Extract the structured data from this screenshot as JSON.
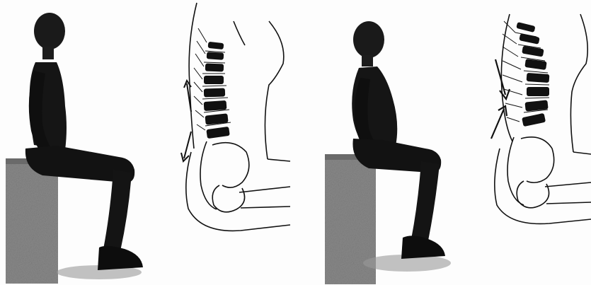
{
  "figure": {
    "panels": [
      {
        "id": "upright-figure",
        "kind": "seated-mannequin",
        "posture": "upright"
      },
      {
        "id": "upright-spine",
        "kind": "spine-diagram",
        "posture": "upright",
        "arrows": "double-headed"
      },
      {
        "id": "slumped-figure",
        "kind": "seated-mannequin",
        "posture": "slumped"
      },
      {
        "id": "slumped-spine",
        "kind": "spine-diagram",
        "posture": "slumped",
        "arrows": "converging"
      }
    ],
    "colors": {
      "ink": "#111111",
      "block": "#7a7a7a",
      "paper": "#fdfdfd"
    }
  }
}
